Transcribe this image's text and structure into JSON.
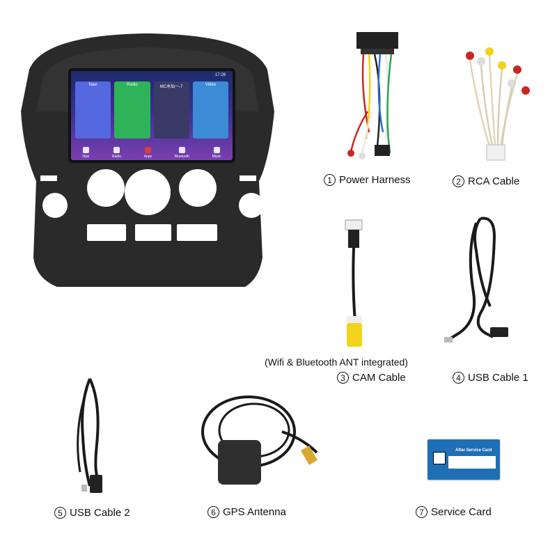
{
  "screen": {
    "status_time": "17:28",
    "tiles": [
      {
        "label": "Navi",
        "color": "#5468e0"
      },
      {
        "label": "Radio",
        "color": "#2fb35a"
      },
      {
        "label": "MC水仙一-7",
        "color": "#3a3a66"
      },
      {
        "label": "Video",
        "color": "#3b8bd6"
      }
    ],
    "dock": [
      "Navi",
      "Radio",
      "Apps",
      "Bluetooth",
      "Music"
    ]
  },
  "items": [
    {
      "num": "1",
      "label": "Power Harness"
    },
    {
      "num": "2",
      "label": "RCA Cable"
    },
    {
      "num": "3",
      "label": "CAM Cable"
    },
    {
      "num": "4",
      "label": "USB Cable 1"
    },
    {
      "num": "5",
      "label": "USB Cable 2"
    },
    {
      "num": "6",
      "label": "GPS Antenna"
    },
    {
      "num": "7",
      "label": "Service Card"
    }
  ],
  "note": "(Wifi & Bluetooth ANT integrated)",
  "service_card": {
    "title": "After Service Card"
  },
  "colors": {
    "frame": "#2a2a2a",
    "cable": "#1a1a1a",
    "yellow": "#f3d21a",
    "red": "#c8261e",
    "card": "#1f6fb6"
  }
}
